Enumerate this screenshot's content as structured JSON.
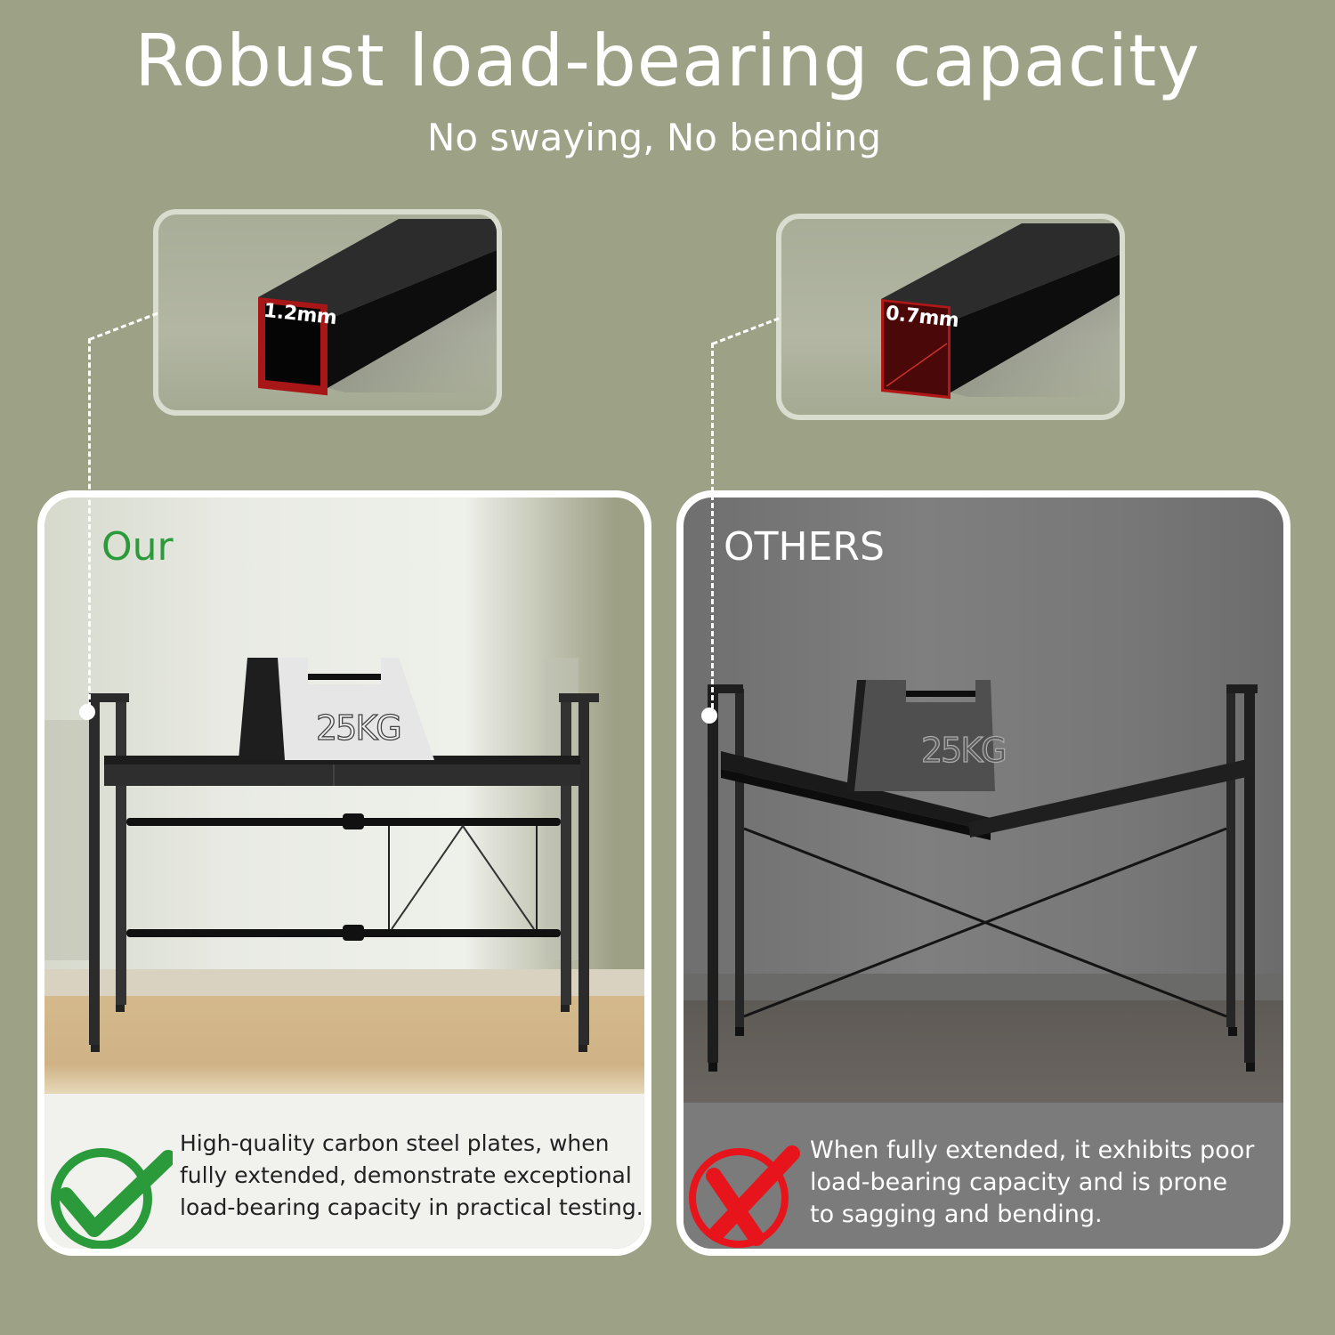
{
  "header": {
    "title": "Robust load-bearing capacity",
    "subtitle": "No swaying, No bending"
  },
  "tubes": {
    "ours": {
      "thickness_label": "1.2mm"
    },
    "others": {
      "thickness_label": "0.7mm"
    }
  },
  "panels": {
    "ours": {
      "heading": "Our",
      "weight_label": "25KG",
      "verdict": "positive",
      "description_lines": [
        "High-quality carbon steel plates, when",
        "fully extended, demonstrate exceptional",
        "load-bearing capacity in practical testing."
      ]
    },
    "others": {
      "heading": "OTHERS",
      "weight_label": "25KG",
      "verdict": "negative",
      "description_lines": [
        "When fully extended, it exhibits poor",
        "load-bearing capacity and is prone",
        "to sagging and bending."
      ]
    }
  },
  "icons": {
    "ours_verdict": "check-circle-icon",
    "others_verdict": "cross-circle-icon"
  },
  "colors": {
    "background": "#9da287",
    "ours_accent": "#2a9a3a",
    "others_accent": "#e8141c",
    "tube_cut": "#b01818"
  }
}
